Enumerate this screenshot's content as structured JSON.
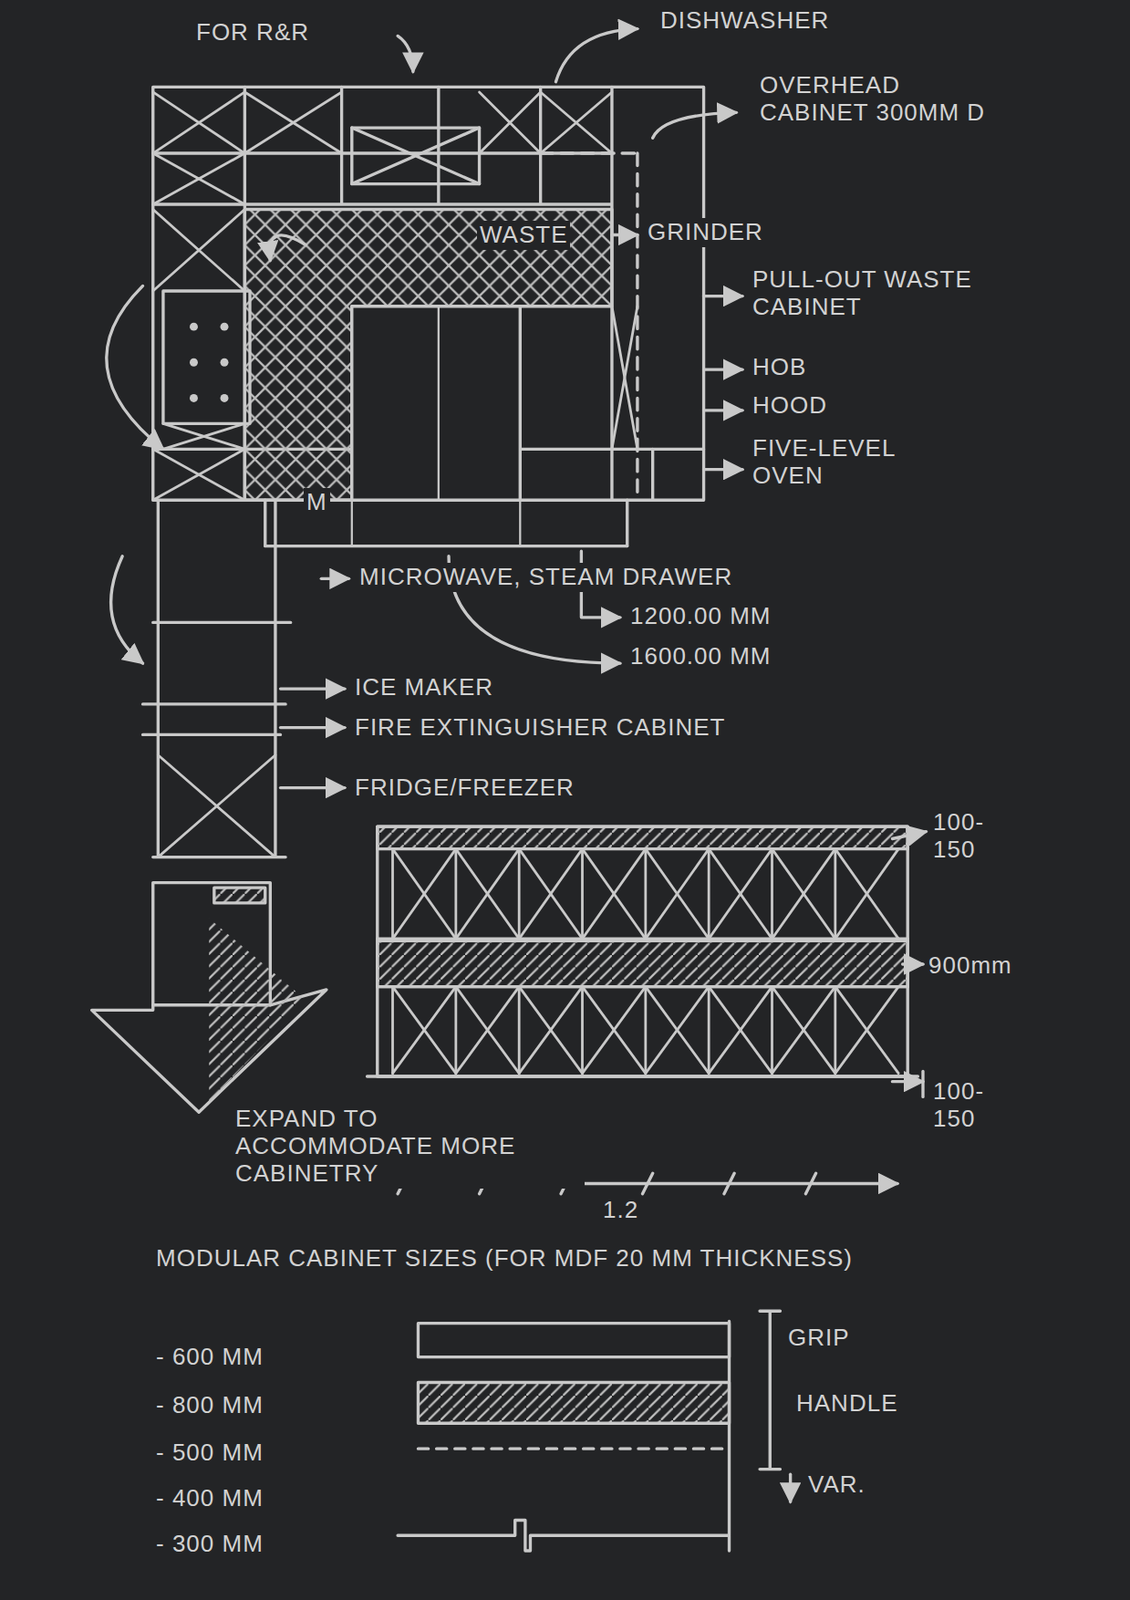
{
  "diagram": {
    "labels": [
      "FOR R&R",
      "DISHWASHER",
      "OVERHEAD CABINET 300MM D",
      "WASTE",
      "GRINDER",
      "PULL-OUT WASTE CABINET",
      "HOB",
      "HOOD",
      "FIVE-LEVEL OVEN",
      "M",
      "MICROWAVE, STEAM DRAWER",
      "1200.00 MM",
      "1600.00 MM",
      "ICE MAKER",
      "FIRE EXTINGUISHER CABINET",
      "FRIDGE/FREEZER",
      "100-150",
      "900mm",
      "100-150",
      "EXPAND TO ACCOMMODATE MORE CABINETRY",
      "1.2",
      "MODULAR CABINET SIZES (FOR MDF 20 MM THICKNESS)",
      "- 600 MM",
      "- 800 MM",
      "- 500 MM",
      "- 400 MM",
      "- 300 MM",
      "GRIP",
      "HANDLE",
      "VAR."
    ]
  }
}
